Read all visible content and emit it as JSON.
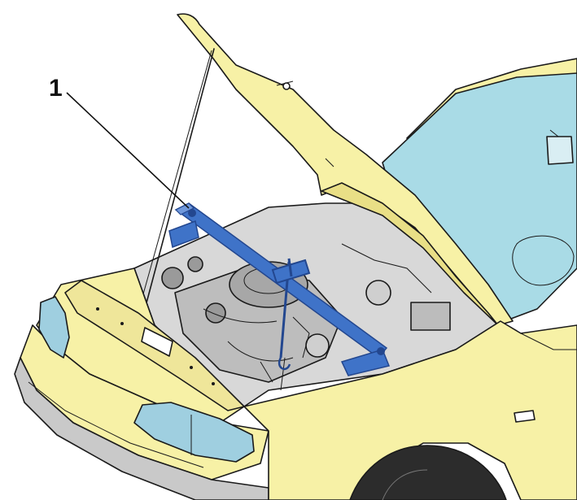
{
  "callouts": [
    {
      "number": "1",
      "target": "engine-support-beam"
    }
  ],
  "colors": {
    "body_paint": "#f7f1a6",
    "body_shadow": "#e9df86",
    "glass": "#a9dbe6",
    "headlight": "#9fcfe0",
    "engine_bay": "#d8d8d8",
    "engine_dark": "#9a9a9a",
    "tool_blue": "#3f73c8",
    "tool_blue_dark": "#23478f",
    "tire": "#2c2c2c",
    "bumper": "#c9c9c9",
    "outline": "#1a1a1a"
  },
  "icons": [
    "hood-prop-rod",
    "engine-support-beam",
    "lifting-hook",
    "rear-view-mirror",
    "side-marker-lamp",
    "bonnet-badge"
  ]
}
